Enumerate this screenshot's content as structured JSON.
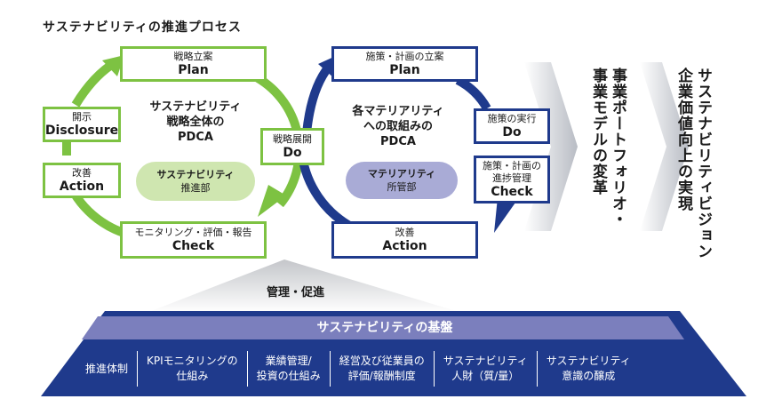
{
  "title": "サステナビリティの推進プロセス",
  "colors": {
    "green": "#7dc242",
    "navy": "#1f3a8c",
    "green_pill": "#cfe6b0",
    "purple_pill": "#a9abd6",
    "base_band": "#7b7fbd",
    "base_dark": "#1f3a8c"
  },
  "left_cycle": {
    "center_title": [
      "サステナビリティ",
      "戦略全体の",
      "PDCA"
    ],
    "pill": [
      "サステナビリティ",
      "推進部"
    ],
    "plan": {
      "jp": "戦略立案",
      "en": "Plan"
    },
    "disclosure": {
      "jp": "開示",
      "en": "Disclosure"
    },
    "action": {
      "jp": "改善",
      "en": "Action"
    },
    "check": {
      "jp": "モニタリング・評価・報告",
      "en": "Check"
    },
    "do": {
      "jp": "戦略展開",
      "en": "Do"
    }
  },
  "right_cycle": {
    "center_title": [
      "各マテリアリティ",
      "への取組みの",
      "PDCA"
    ],
    "pill": [
      "マテリアリティ",
      "所管部"
    ],
    "plan": {
      "jp": "施策・計画の立案",
      "en": "Plan"
    },
    "do": {
      "jp": "施策の実行",
      "en": "Do"
    },
    "check": {
      "jp1": "施策・計画の",
      "jp2": "進捗管理",
      "en": "Check"
    },
    "action": {
      "jp": "改善",
      "en": "Action"
    }
  },
  "outcome1": [
    "事業ポートフォリオ・",
    "事業モデルの変革"
  ],
  "outcome2": [
    "サステナビリティビジョン",
    "企業価値向上の実現"
  ],
  "management_label": "管理・促進",
  "foundation": {
    "heading": "サステナビリティの基盤",
    "items": [
      [
        "推進体制"
      ],
      [
        "KPIモニタリングの",
        "仕組み"
      ],
      [
        "業績管理/",
        "投資の仕組み"
      ],
      [
        "経営及び従業員の",
        "評価/報酬制度"
      ],
      [
        "サステナビリティ",
        "人財（質/量）"
      ],
      [
        "サステナビリティ",
        "意識の醸成"
      ]
    ]
  }
}
